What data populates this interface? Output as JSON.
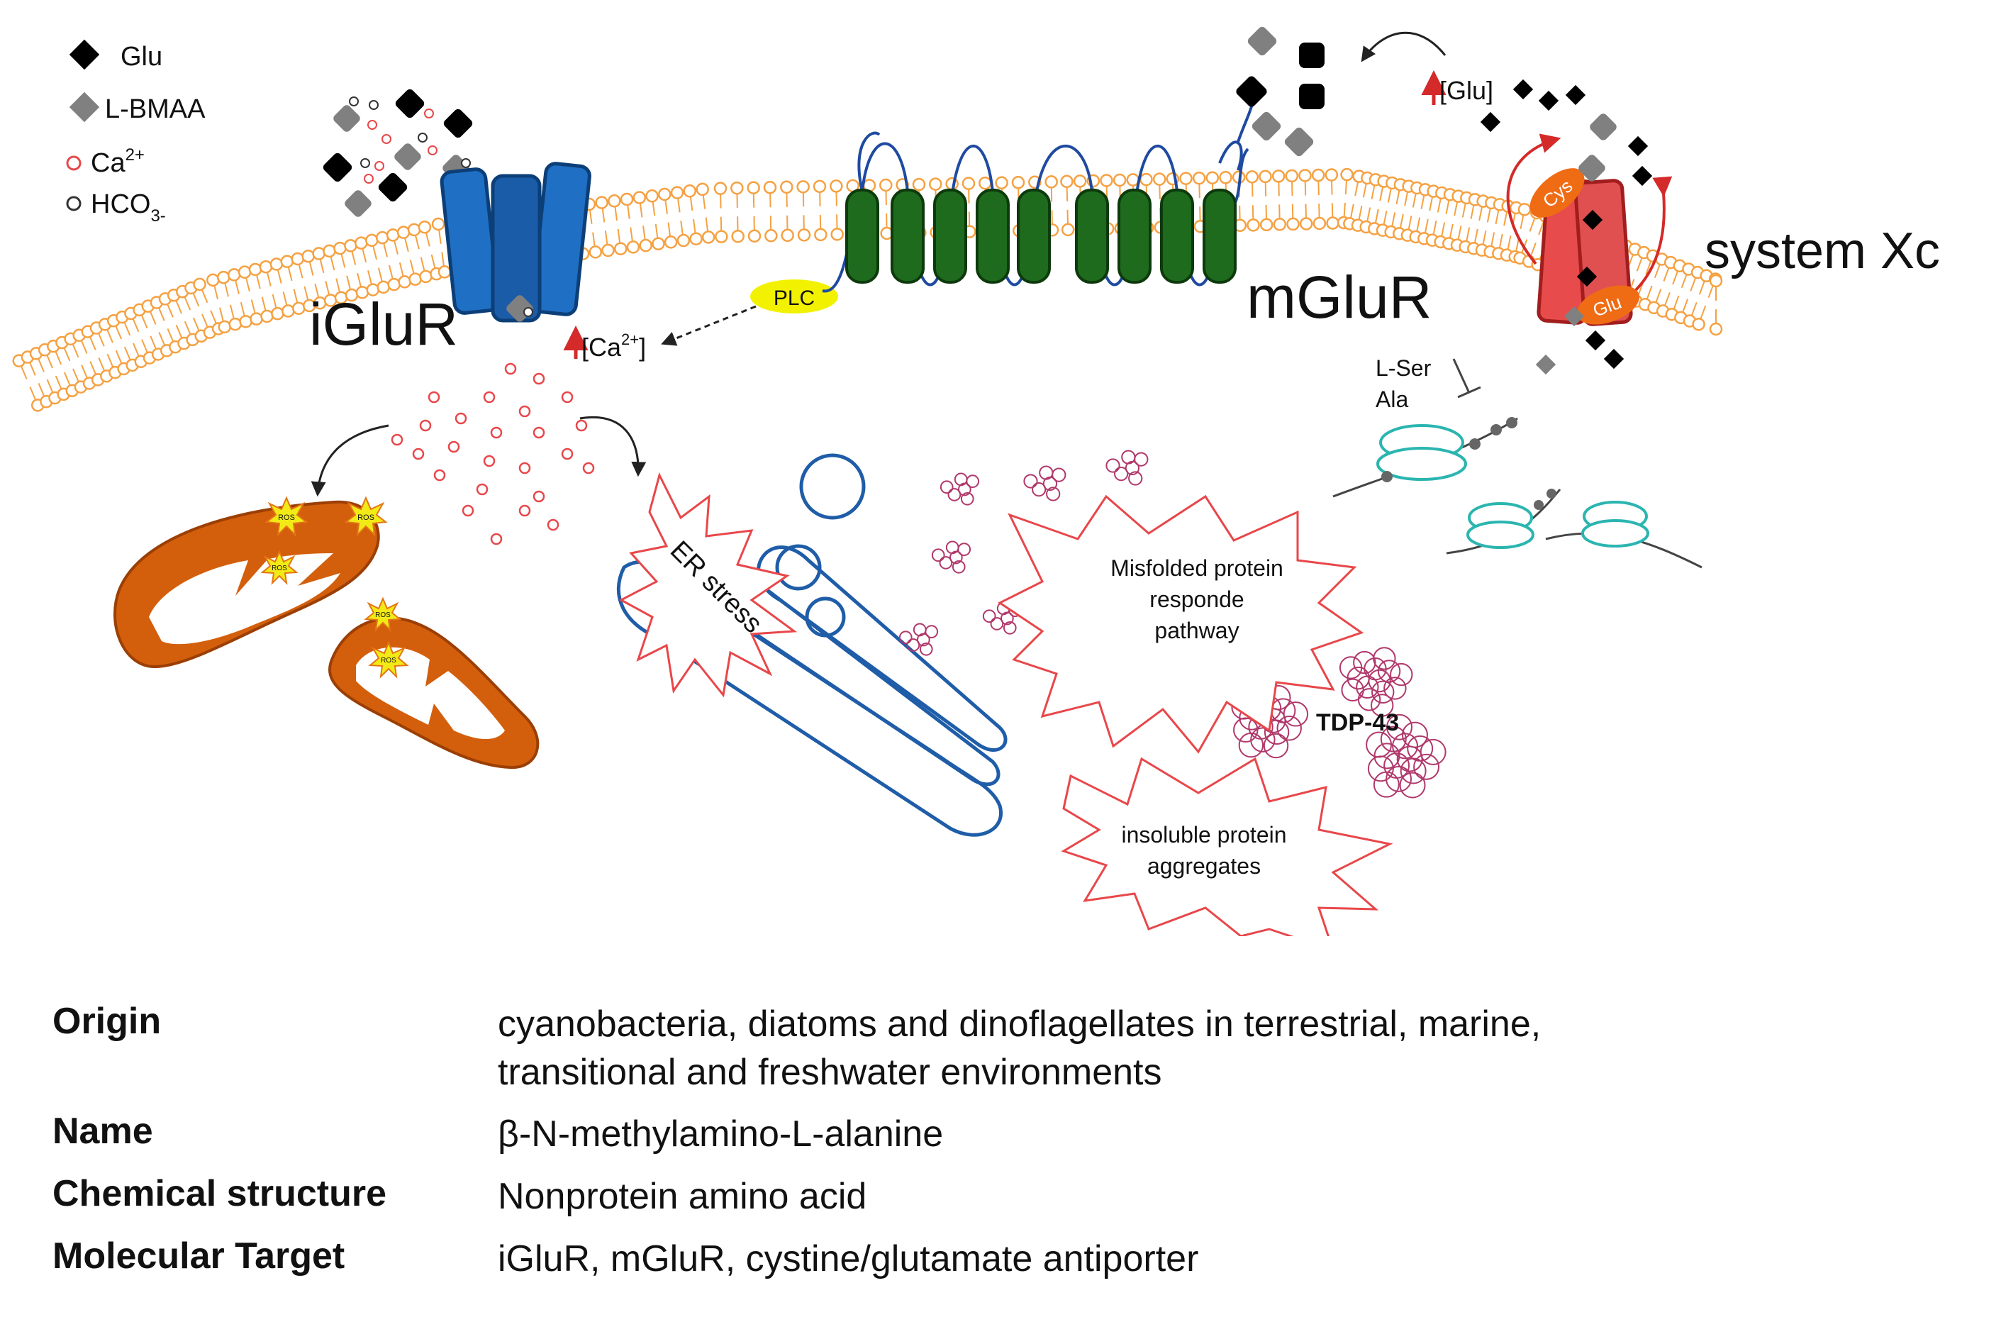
{
  "legend": {
    "glu": "Glu",
    "lbmaa": "L-BMAA",
    "ca": "Ca",
    "ca_sup": "2+",
    "hco": "HCO",
    "hco_sub": "3-"
  },
  "labels": {
    "iglur": "iGluR",
    "mglur": "mGluR",
    "system_xc": "system Xc",
    "plc": "PLC",
    "ca_conc_open": "[Ca",
    "ca_conc_sup": "2+",
    "ca_conc_close": "]",
    "glu_conc": "[Glu]",
    "cys": "Cys",
    "glu_transporter": "Glu",
    "l_ser": "L-Ser",
    "ala": "Ala",
    "ros": "ROS",
    "er_stress": "ER stress",
    "misfolded_line1": "Misfolded protein",
    "misfolded_line2": "responde",
    "misfolded_line3": "pathway",
    "tdp43": "TDP-43",
    "insoluble_line1": "insoluble protein",
    "insoluble_line2": "aggregates"
  },
  "colors": {
    "glu": "#000000",
    "lbmaa": "#808080",
    "calcium": "#e8474a",
    "membrane": "#f5a142",
    "iglur": "#1f6fc4",
    "mglur": "#1e6b1e",
    "transporter": "#e84b4b",
    "plc": "#f2f200",
    "mitochondria": "#d35f0c",
    "er": "#1f5da8",
    "ribosome": "#2bb5b0",
    "protein": "#b0386b"
  },
  "table": {
    "origin_label": "Origin",
    "origin_value_line1": "cyanobacteria, diatoms and dinoflagellates in terrestrial, marine,",
    "origin_value_line2": "transitional and freshwater environments",
    "name_label": "Name",
    "name_value": "β-N-methylamino-L-alanine",
    "structure_label": "Chemical structure",
    "structure_value": "Nonprotein amino acid",
    "target_label": "Molecular Target",
    "target_value": "iGluR, mGluR, cystine/glutamate antiporter"
  }
}
